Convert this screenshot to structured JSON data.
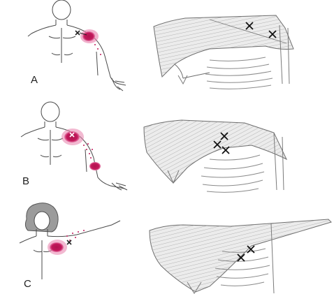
{
  "panels": [
    {
      "label": "A",
      "pain_color": "#c2185b"
    },
    {
      "label": "B",
      "pain_color": "#c2185b"
    },
    {
      "label": "C",
      "pain_color": "#c2185b"
    }
  ],
  "trigger_point_mark": "×",
  "colors": {
    "line": "#4a4a4a",
    "muscle_fill": "#e8e8e8",
    "muscle_stroke": "#6d6d6d",
    "fiber": "#9a9a9a",
    "pain_core": "#c2185b",
    "pain_halo": "#e77fab",
    "background": "#ffffff"
  }
}
